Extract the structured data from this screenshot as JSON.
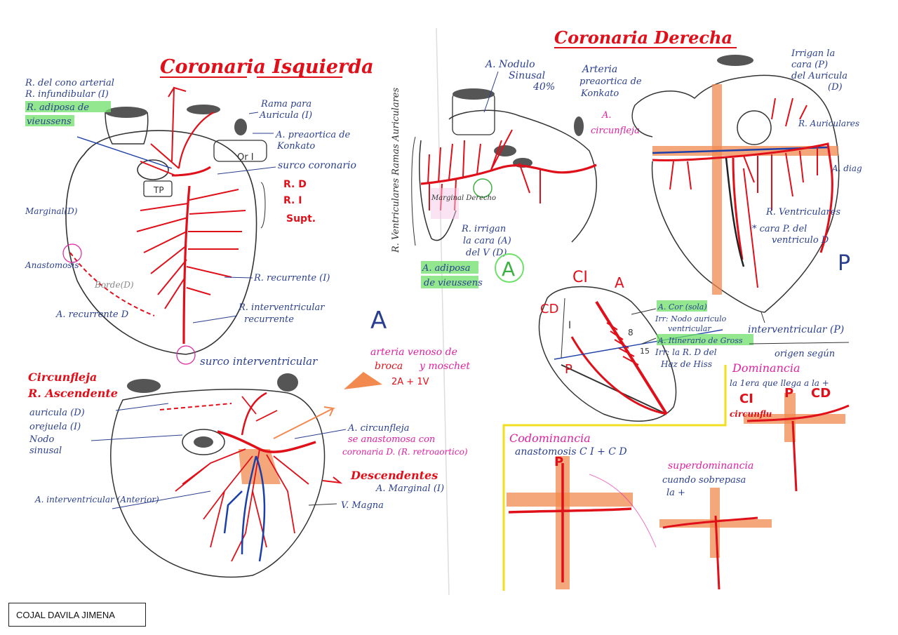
{
  "titles": {
    "left": "Coronaria Isquierda",
    "right": "Coronaria Derecha"
  },
  "left_heart": {
    "labels": [
      "R. del cono arterial",
      "R. infundibular (I)",
      "R. adiposa de",
      "vieussens",
      "Rama para",
      "Auricula (I)",
      "A. preaortica de",
      "Konkato",
      "Or I",
      "surco coronario",
      "TP",
      "R. D",
      "R. I",
      "Supt.",
      "Marginal(D)",
      "Anastomosis",
      "Borde(D)",
      "R. recurrente (I)",
      "A. recurrente D",
      "R. interventricular",
      "recurrente",
      "surco interventricular"
    ],
    "letter": "A"
  },
  "right_anterior": {
    "labels": [
      "A. Nodulo",
      "Sinusal",
      "40%",
      "Arteria",
      "preaortica de",
      "Konkato",
      "A.",
      "circunfleja",
      "R. Ventriculares Ramas Auriculares",
      "Marginal Derecho",
      "R. irrigan",
      "la cara (A)",
      "del V (D)",
      "A. adiposa",
      "de vieussens"
    ],
    "letter": "A"
  },
  "right_posterior": {
    "labels": [
      "Irrigan la",
      "cara (P)",
      "del Auricula",
      "(D)",
      "R. Auriculares",
      "A. diag",
      "R. Ventriculares",
      "* cara P. del",
      "ventriculo D",
      "interventricular (P)"
    ],
    "letter": "P"
  },
  "septum": {
    "labels": [
      "CI",
      "A",
      "CD",
      "I",
      "P",
      "8",
      "15",
      "A. Cor (sola)",
      "Irr: Nodo auriculo",
      "ventricular",
      "A. Itinerario de Gross",
      "Irr: la R. D del",
      "Haz de Hiss"
    ]
  },
  "left_bottom": {
    "labels": [
      "Circunfleja",
      "R. Ascendente",
      "auricula (D)",
      "orejuela (I)",
      "Nodo",
      "sinusal",
      "A. interventricular (Anterior)",
      "arteria venoso de",
      "broca",
      "y moschet",
      "2A + 1V",
      "A. circunfleja",
      "se anastomosa con",
      "coronaria D. (R. retroaortico)",
      "Descendentes",
      "A. Marginal (I)",
      "V. Magna"
    ]
  },
  "dominance": {
    "labels": [
      "origen según",
      "Dominancia",
      "la 1era que llega a la +",
      "CI",
      "P",
      "CD",
      "circunflu",
      "Codominancia",
      "anastomosis C I + C D",
      "P",
      "superdominancia",
      "cuando sobrepasa",
      "la +"
    ]
  },
  "author": "COJAL DAVILA JIMENA",
  "colors": {
    "red": "#e0101a",
    "blue": "#1c3fa8",
    "pen_blue": "#2a3f8f",
    "orange": "#f28a50",
    "magenta": "#e020a0",
    "green_hl": "#6fe06a",
    "yellow": "#f0e020",
    "gray": "#555555",
    "dark": "#333333"
  }
}
